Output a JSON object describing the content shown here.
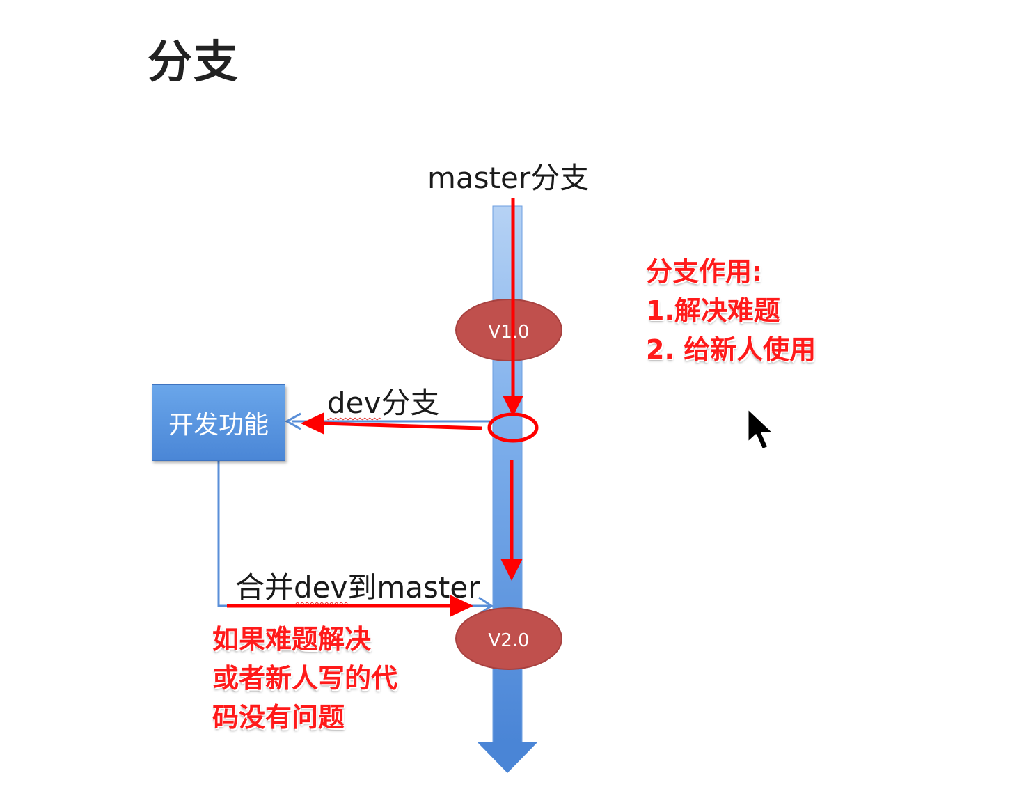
{
  "page": {
    "title": "分支"
  },
  "diagram": {
    "master_label": "master分支",
    "dev_label_prefix": "dev",
    "dev_label_suffix": "分支",
    "merge_label_part1": "合并",
    "merge_label_part2": "dev",
    "merge_label_part3": "到master",
    "dev_box_label": "开发功能",
    "version_1": "V1.0",
    "version_2": "V2.0"
  },
  "annotations": {
    "purpose_heading": "分支作用:",
    "purpose_item_1": "1.解决难题",
    "purpose_item_2": "2. 给新人使用",
    "merge_note_line_1": "如果难题解决",
    "merge_note_line_2": "或者新人写的代",
    "merge_note_line_3": "码没有问题"
  },
  "colors": {
    "master_trunk": "#5a93df",
    "version_ellipse": "#c0504d",
    "annotation_red": "#ff1a1a",
    "dev_box": "#5b96e2"
  }
}
